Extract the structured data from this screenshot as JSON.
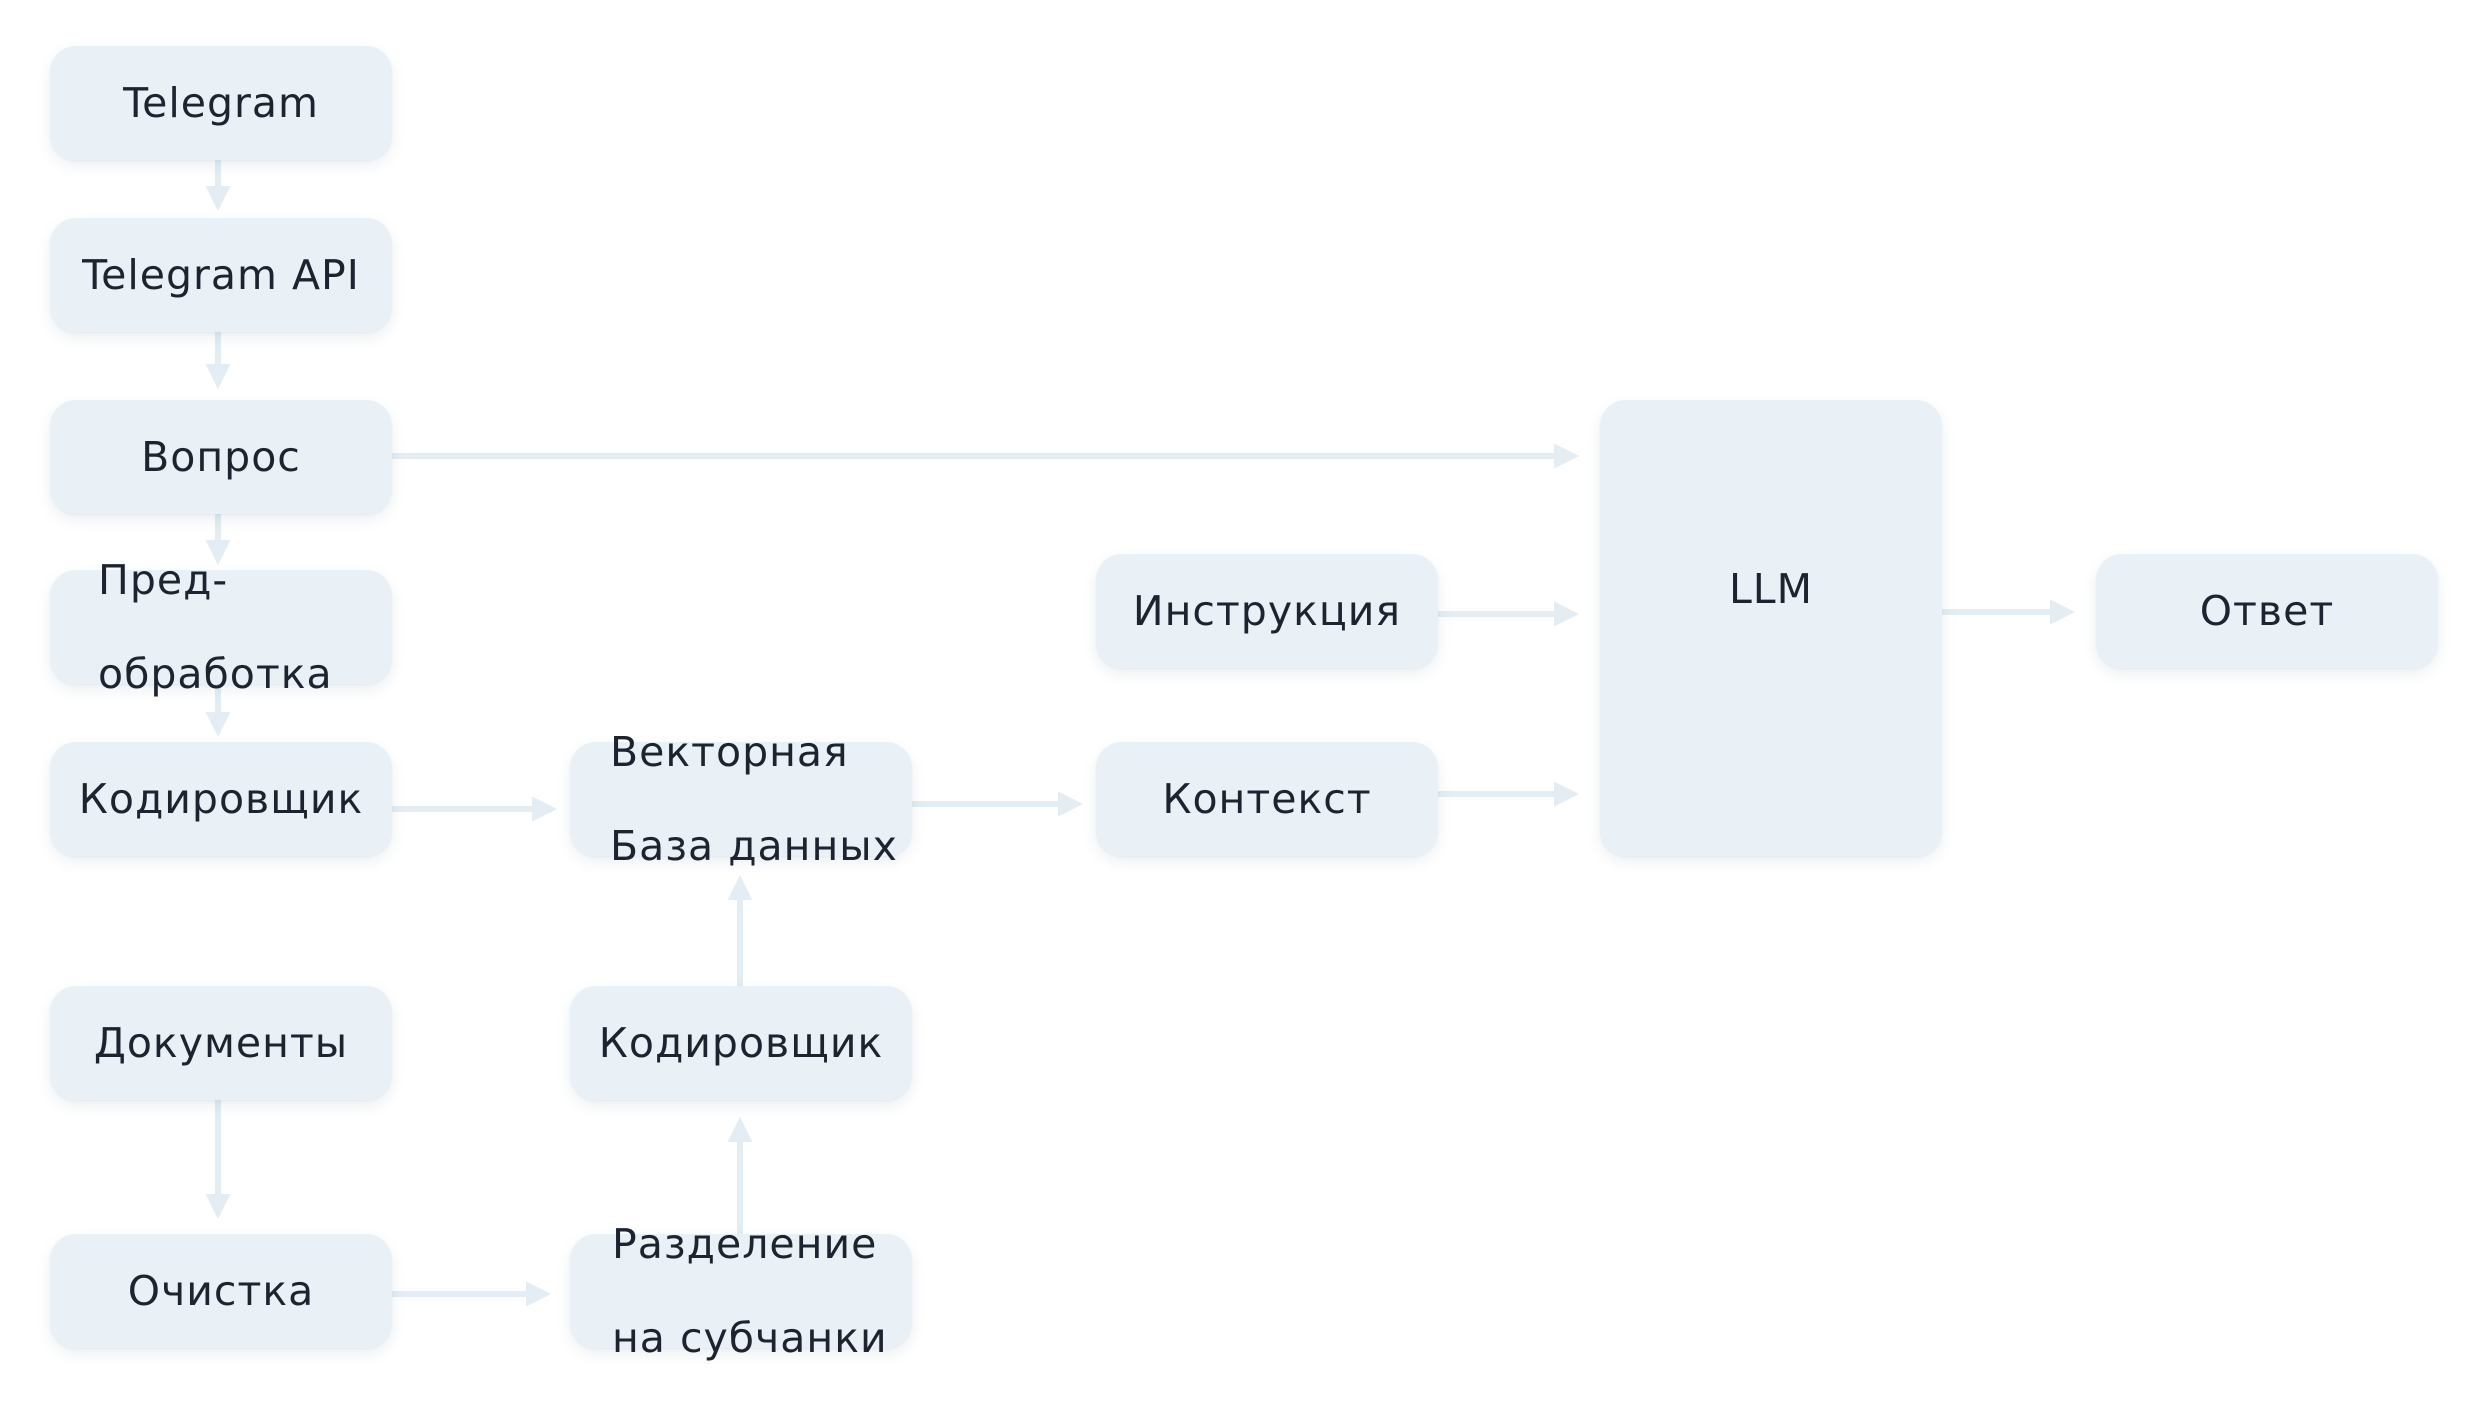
{
  "nodes": {
    "telegram": "Telegram",
    "telegram_api": "Telegram API",
    "question": "Вопрос",
    "preprocessing": [
      "Пред-",
      "обработка"
    ],
    "encoder_query": "Кодировщик",
    "vector_db": [
      "Векторная",
      "База данных"
    ],
    "documents": "Документы",
    "encoder_docs": "Кодировщик",
    "cleaning": "Очистка",
    "chunking": [
      "Разделение",
      "на субчанки"
    ],
    "instruction": "Инструкция",
    "context": "Контекст",
    "llm": "LLM",
    "answer": "Ответ"
  },
  "edges": [
    {
      "from": "telegram",
      "to": "telegram_api"
    },
    {
      "from": "telegram_api",
      "to": "question"
    },
    {
      "from": "question",
      "to": "preprocessing"
    },
    {
      "from": "preprocessing",
      "to": "encoder_query"
    },
    {
      "from": "encoder_query",
      "to": "vector_db"
    },
    {
      "from": "question",
      "to": "llm"
    },
    {
      "from": "instruction",
      "to": "llm"
    },
    {
      "from": "context",
      "to": "llm"
    },
    {
      "from": "vector_db",
      "to": "context"
    },
    {
      "from": "llm",
      "to": "answer"
    },
    {
      "from": "documents",
      "to": "cleaning"
    },
    {
      "from": "cleaning",
      "to": "chunking"
    },
    {
      "from": "chunking",
      "to": "encoder_docs"
    },
    {
      "from": "encoder_docs",
      "to": "vector_db"
    }
  ],
  "colors": {
    "node_fill": "#e9f1f6",
    "arrow": "#e3edf3",
    "text": "#1d2430",
    "background": "#ffffff"
  }
}
